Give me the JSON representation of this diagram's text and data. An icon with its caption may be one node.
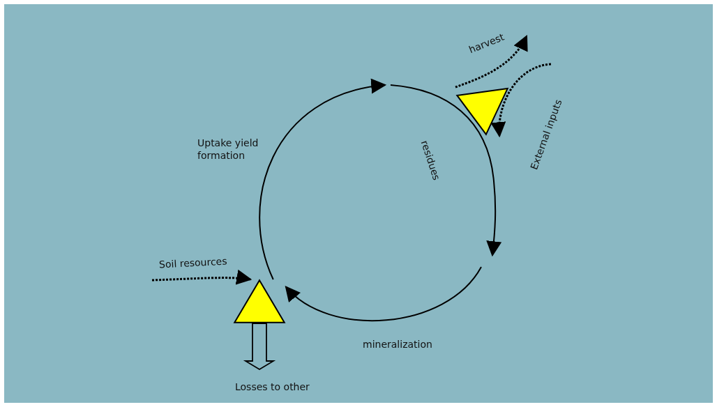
{
  "diagram": {
    "nodes": [
      {
        "text": [],
        "shape": "triangle"
      },
      {
        "text": [],
        "shape": "triangle"
      }
    ],
    "edges": [
      {
        "from": 0,
        "to": null,
        "arrow": "to",
        "label": "Uptake yield formation"
      },
      {
        "from": null,
        "to": 0,
        "arrow": "to",
        "label": "mineralization"
      },
      {
        "from": 1,
        "to": null,
        "arrow": "to",
        "label": "harvest",
        "style": "dashed"
      },
      {
        "from": null,
        "to": 1,
        "arrow": "to",
        "label": "External inputs",
        "style": "dashed"
      },
      {
        "from": null,
        "to": 0,
        "arrow": "to",
        "label": "Soil resources",
        "style": "dashed"
      },
      {
        "from": 0,
        "to": null,
        "arrow": "to",
        "label": "Losses to other",
        "style": "thick"
      }
    ],
    "labels": [
      "residues"
    ]
  }
}
